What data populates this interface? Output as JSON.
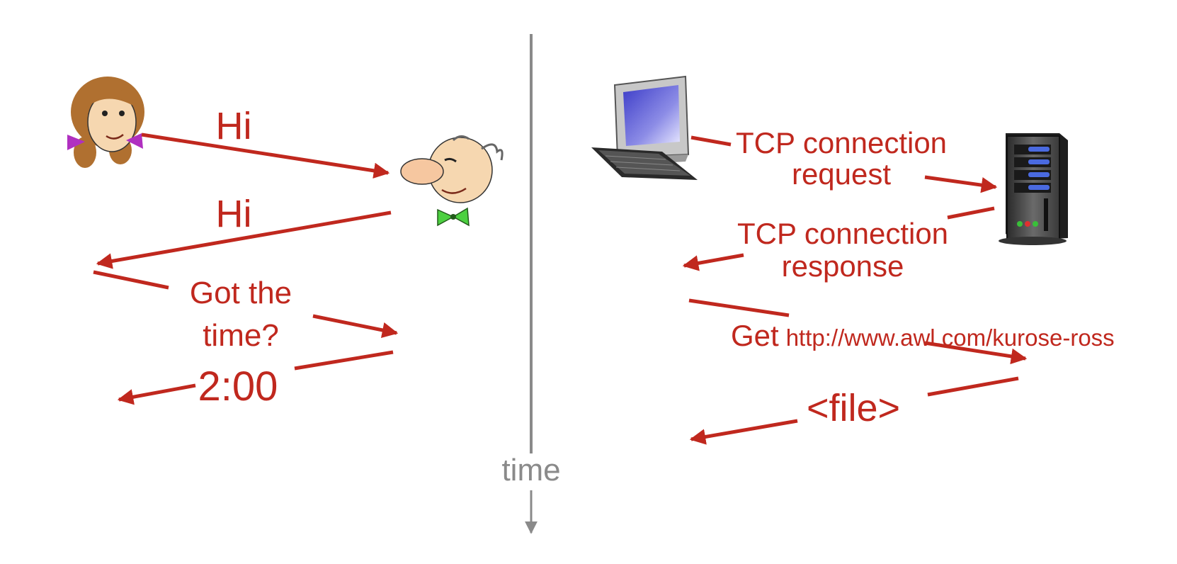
{
  "colors": {
    "message": "#c0281e",
    "timeline": "#8a8a8a",
    "background": "#ffffff"
  },
  "icons": {
    "woman": "woman-face-icon",
    "man": "man-face-icon",
    "client": "desktop-computer-icon",
    "server": "server-tower-icon"
  },
  "timeline": {
    "label": "time"
  },
  "human_protocol": {
    "messages": [
      "Hi",
      "Hi",
      "Got the",
      "time?",
      "2:00"
    ]
  },
  "network_protocol": {
    "request_line1": "TCP connection",
    "request_line2": "request",
    "response_line1": "TCP connection",
    "response_line2": "response",
    "get_verb": "Get",
    "get_url": "http://www.awl.com/kurose-ross",
    "file": "<file>"
  }
}
